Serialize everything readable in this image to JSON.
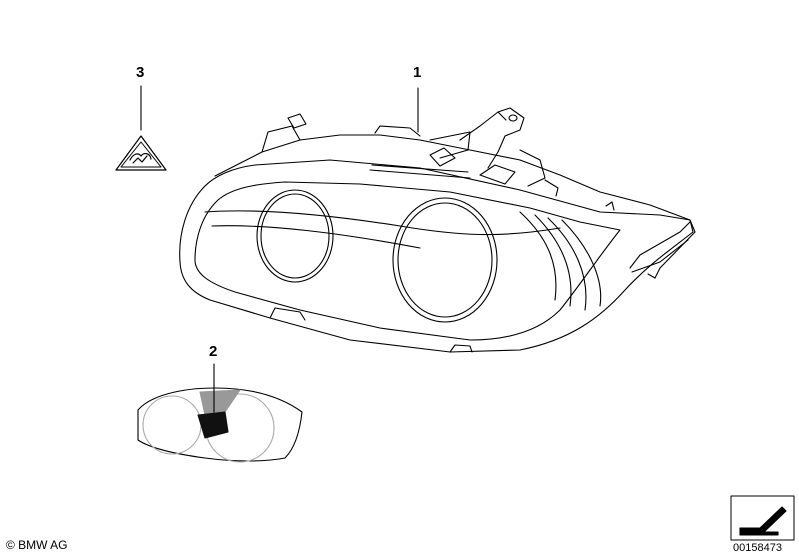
{
  "callouts": [
    {
      "id": "1",
      "text": "1"
    },
    {
      "id": "2",
      "text": "2"
    },
    {
      "id": "3",
      "text": "3"
    }
  ],
  "copyright": "© BMW AG",
  "diagram_number": "00158473",
  "icons": {
    "warning_triangle": "warning-triangle-icon",
    "orientation": "orientation-arrow-icon"
  }
}
